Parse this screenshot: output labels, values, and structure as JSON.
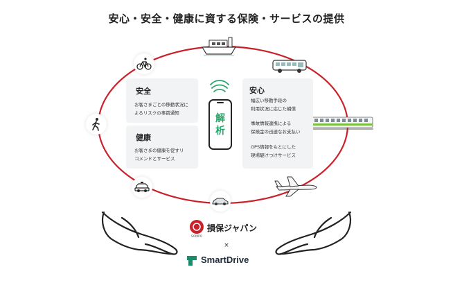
{
  "title": "安心・安全・健康に資する保険・サービスの提供",
  "center": {
    "label_line1": "解",
    "label_line2": "析"
  },
  "panels": {
    "safety": {
      "heading": "安全",
      "lines": [
        "お客さまごとの移動状況に",
        "よるリスクの事前通知"
      ]
    },
    "health": {
      "heading": "健康",
      "lines": [
        "お客さまの健康を促すリ",
        "コメンドとサービス"
      ]
    },
    "security": {
      "heading": "安心",
      "items": [
        [
          "幅広い移動手段の",
          "利用状況に応じた補償"
        ],
        [
          "事故情報連携による",
          "保険金の迅速なお支払い"
        ],
        [
          "GPS情報をもとにした",
          "現場駆けつけサービス"
        ]
      ]
    }
  },
  "icons": {
    "bicycle": "bicycle-icon",
    "walker": "walking-person-icon",
    "taxi": "taxi-icon",
    "car": "car-icon",
    "ship": "ship-icon",
    "bus": "bus-icon",
    "train": "train-icon",
    "airplane": "airplane-icon",
    "phone": "smartphone-icon",
    "signal": "wireless-signal-icon",
    "hands": "open-hands-icon"
  },
  "logos": {
    "sompo_name": "損保ジャパン",
    "sompo_sub": "SOMPO",
    "times": "×",
    "smartdrive": "SmartDrive"
  },
  "colors": {
    "ellipse": "#c9202a",
    "phone_text": "#2ea36b",
    "train_stripe": "#7bc043",
    "smartdrive_mark": "#1d8a6a"
  }
}
